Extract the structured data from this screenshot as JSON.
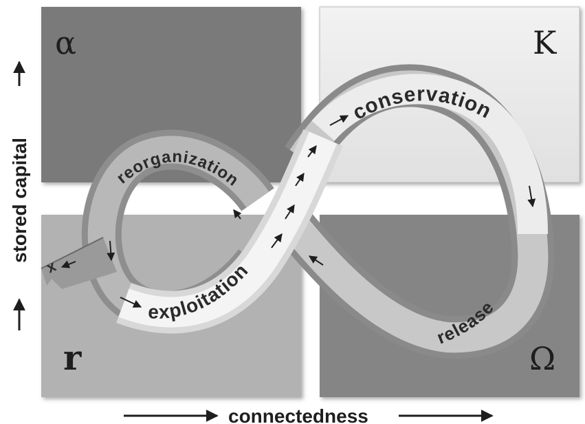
{
  "quadrants": {
    "alpha": "α",
    "k": "K",
    "r": "r",
    "omega": "Ω"
  },
  "phases": {
    "conservation": "conservation",
    "release": "release",
    "reorganization": "reorganization",
    "exploitation": "exploitation",
    "exit": "x"
  },
  "axes": {
    "x_label": "connectedness",
    "y_label": "stored capital"
  },
  "colors": {
    "alpha_panel": "#7a7a7a",
    "k_panel": "#ececec",
    "r_panel": "#b2b2b2",
    "omega_panel": "#858585",
    "ribbon_light": "#f4f4f4",
    "ribbon_dark": "#8e8e8e",
    "text": "#1e1e1e"
  }
}
